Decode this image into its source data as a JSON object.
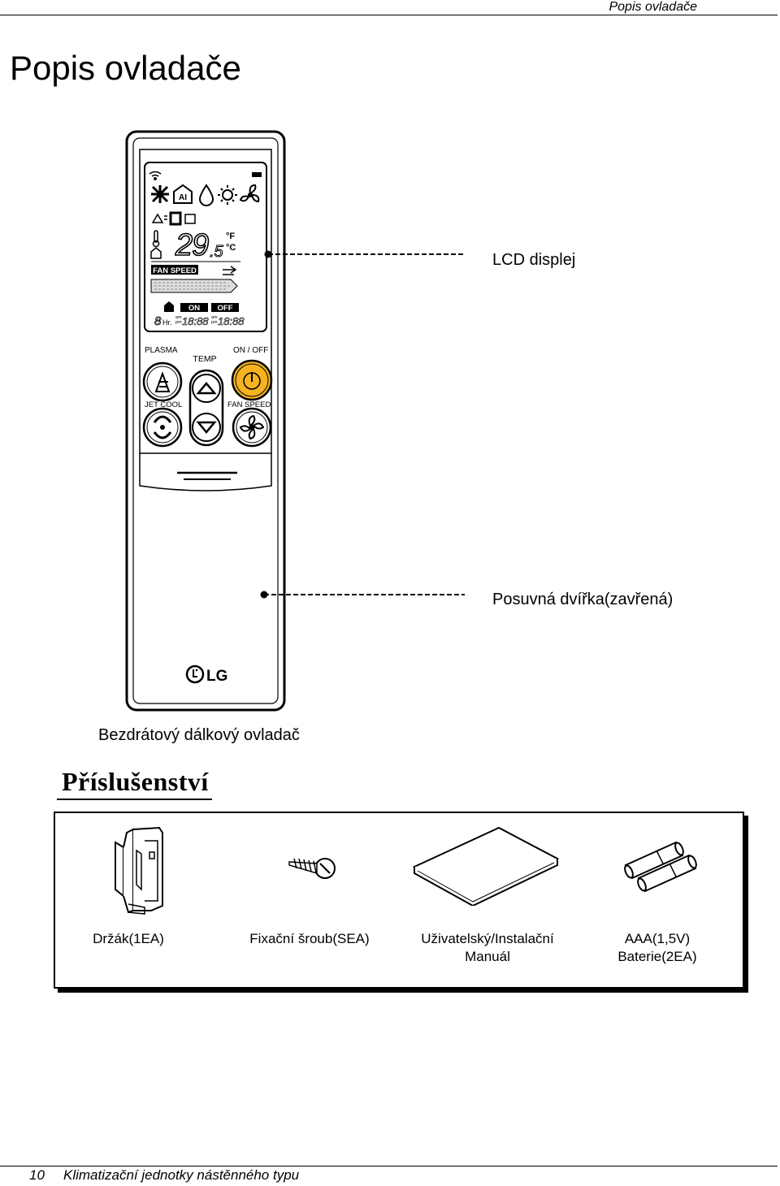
{
  "header": {
    "running_title": "Popis ovladače"
  },
  "page": {
    "title": "Popis ovladače"
  },
  "callouts": {
    "lcd": "LCD displej",
    "door": "Posuvná dvířka(zavřená)"
  },
  "remote": {
    "caption": "Bezdrátový dálkový ovladač",
    "display": {
      "temp_main": "29",
      "temp_decimal": ".5",
      "unit_f": "°F",
      "unit_c": "°C",
      "fan_speed_label": "FAN SPEED",
      "ai_label": "AI",
      "on_label": "ON",
      "off_label": "OFF",
      "hours_digit": "8",
      "hours_unit": "Hr.",
      "am": "am",
      "pm": "pm",
      "time_on": "18:88",
      "time_off": "18:88"
    },
    "buttons": {
      "plasma": "PLASMA",
      "temp": "TEMP",
      "on_off": "ON / OFF",
      "jet_cool": "JET COOL",
      "fan_speed": "FAN SPEED"
    },
    "brand": "LG"
  },
  "accessories": {
    "heading": "Příslušenství",
    "items": [
      {
        "line1": "Držák(1EA)",
        "line2": ""
      },
      {
        "line1": "Fixační šroub(SEA)",
        "line2": ""
      },
      {
        "line1": "Uživatelský/Instalační",
        "line2": "Manuál"
      },
      {
        "line1": "AAA(1,5V)",
        "line2": "Baterie(2EA)"
      }
    ]
  },
  "footer": {
    "page_number": "10",
    "text": "Klimatizační jednotky nástěnného typu"
  },
  "colors": {
    "power_button": "#f5b320",
    "text": "#000000",
    "background": "#ffffff"
  }
}
